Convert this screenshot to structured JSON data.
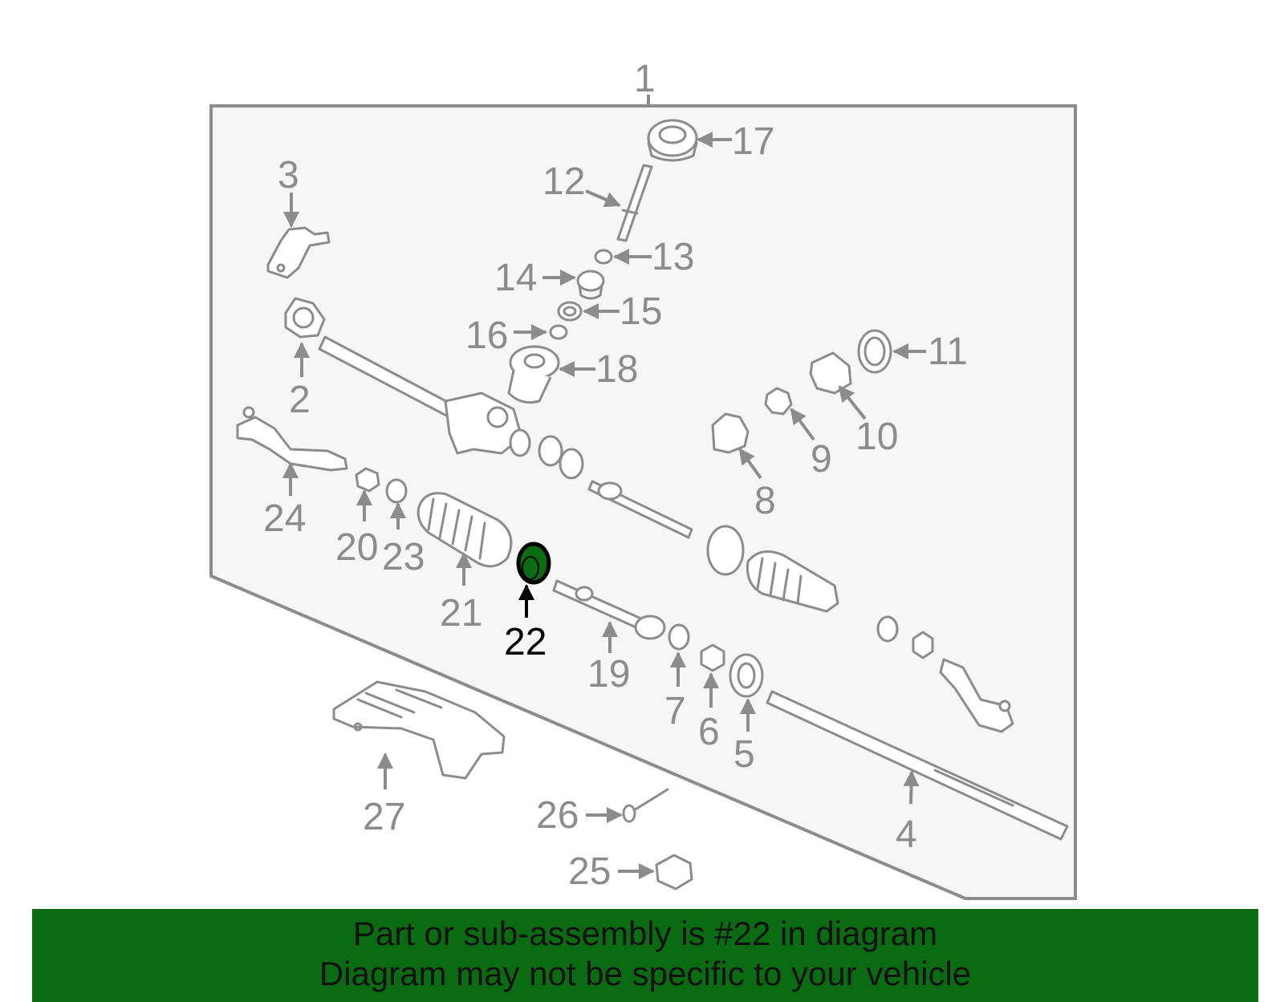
{
  "diagram": {
    "assembly_callout": "1",
    "highlighted_part": "22",
    "callouts": [
      "1",
      "2",
      "3",
      "4",
      "5",
      "6",
      "7",
      "8",
      "9",
      "10",
      "11",
      "12",
      "13",
      "14",
      "15",
      "16",
      "17",
      "18",
      "19",
      "20",
      "21",
      "22",
      "23",
      "24",
      "25",
      "26",
      "27"
    ],
    "colors": {
      "frame_fill": "#f6f6f6",
      "line": "#8c8c8c",
      "highlight_fill": "#0b6b12",
      "highlight_text": "#000000"
    }
  },
  "banner": {
    "line1": "Part or sub-assembly is #22 in diagram",
    "line2": "Diagram may not be specific to your vehicle",
    "background": "#0b6b12"
  }
}
